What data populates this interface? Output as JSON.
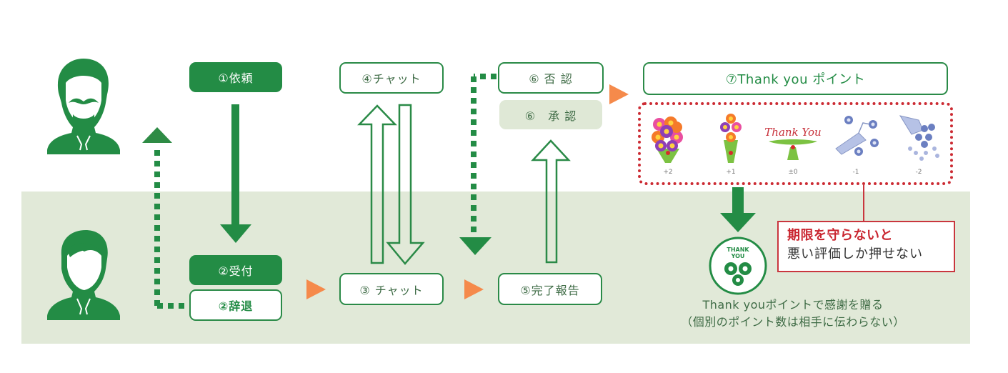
{
  "colors": {
    "primary_green": "#238c45",
    "band_background": "#e1e9d8",
    "accent_orange": "#f58a4b",
    "warning_red": "#c9252f",
    "text_green": "#3e6b45"
  },
  "actors": {
    "requester": {
      "icon": "man-with-mustache-icon",
      "role": "requester"
    },
    "worker": {
      "icon": "man-icon",
      "role": "worker"
    }
  },
  "steps": {
    "request": "①依頼",
    "accept": "②受付",
    "decline": "②辞退",
    "chat_worker": "③ チャット",
    "chat_requester": "④チャット",
    "complete_report": "⑤完了報告",
    "reject": "⑥ 否 認",
    "approve": "⑥　承 認",
    "thankyou_points": "⑦Thank you ポイント"
  },
  "rewards": [
    {
      "icon": "large-bouquet-icon",
      "label": "+2"
    },
    {
      "icon": "small-bouquet-icon",
      "label": "+1"
    },
    {
      "icon": "thank-you-banner-icon",
      "label": "±0"
    },
    {
      "icon": "fallen-bouquet-icon",
      "label": "-1"
    },
    {
      "icon": "scattered-bouquet-icon",
      "label": "-2"
    }
  ],
  "callout": {
    "line1": "期限を守らないと",
    "line2": "悪い評価しか押せない"
  },
  "thankyou_badge": {
    "text_line1": "THANK",
    "text_line2": "YOU"
  },
  "description": {
    "line1": "Thank youポイントで感謝を贈る",
    "line2": "（個別のポイント数は相手に伝わらない）"
  }
}
